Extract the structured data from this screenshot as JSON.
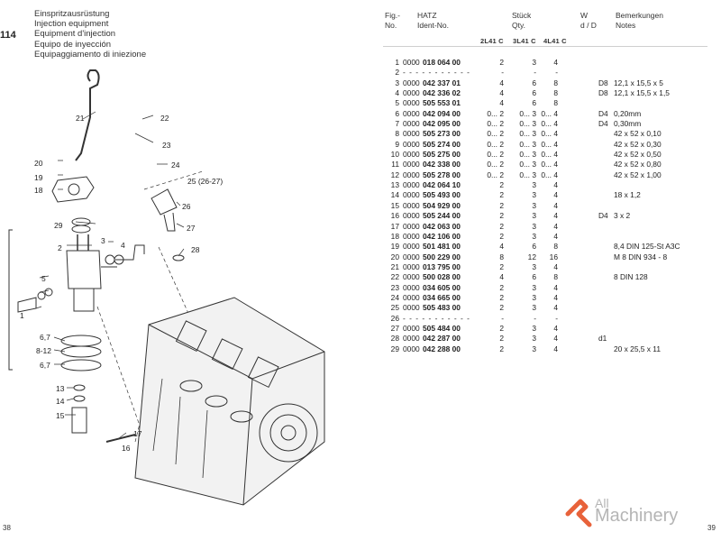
{
  "figure": {
    "id": "114",
    "title_lines": [
      "Einspritzausrüstung",
      "Injection equipment",
      "Equipment d'injection",
      "Equipo de inyección",
      "Equipaggiamento di iniezione"
    ]
  },
  "table_header": {
    "fig_no": [
      "Fig.-",
      "No."
    ],
    "ident": [
      "HATZ",
      "Ident-No."
    ],
    "qty": [
      "Stück",
      "Qty."
    ],
    "wd": [
      "W",
      "d / D"
    ],
    "notes": [
      "Bemerkungen",
      "Notes"
    ],
    "engines": [
      "2L41 C",
      "3L41 C",
      "4L41 C"
    ]
  },
  "parts": [
    {
      "fig": "1",
      "prefix": "0000",
      "ident": "018 064 00",
      "q": [
        "2",
        "3",
        "4"
      ],
      "wd": "",
      "note": ""
    },
    {
      "fig": "2",
      "dashes": "- - - - - - - - - - -",
      "q": [
        "-",
        "-",
        "-"
      ],
      "wd": "",
      "note": ""
    },
    {
      "fig": "3",
      "prefix": "0000",
      "ident": "042 337 01",
      "q": [
        "4",
        "6",
        "8"
      ],
      "wd": "D8",
      "note": "12,1 x 15,5 x 5"
    },
    {
      "fig": "4",
      "prefix": "0000",
      "ident": "042 336 02",
      "q": [
        "4",
        "6",
        "8"
      ],
      "wd": "D8",
      "note": "12,1 x 15,5 x 1,5"
    },
    {
      "fig": "5",
      "prefix": "0000",
      "ident": "505 553 01",
      "q": [
        "4",
        "6",
        "8"
      ],
      "wd": "",
      "note": ""
    },
    {
      "fig": "6",
      "prefix": "0000",
      "ident": "042 094 00",
      "q": [
        "0... 2",
        "0... 3",
        "0... 4"
      ],
      "wd": "D4",
      "note": "0,20mm"
    },
    {
      "fig": "7",
      "prefix": "0000",
      "ident": "042 095 00",
      "q": [
        "0... 2",
        "0... 3",
        "0... 4"
      ],
      "wd": "D4",
      "note": "0,30mm"
    },
    {
      "fig": "8",
      "prefix": "0000",
      "ident": "505 273 00",
      "q": [
        "0... 2",
        "0... 3",
        "0... 4"
      ],
      "wd": "",
      "note": "42 x 52 x 0,10"
    },
    {
      "fig": "9",
      "prefix": "0000",
      "ident": "505 274 00",
      "q": [
        "0... 2",
        "0... 3",
        "0... 4"
      ],
      "wd": "",
      "note": "42 x 52 x 0,30"
    },
    {
      "fig": "10",
      "prefix": "0000",
      "ident": "505 275 00",
      "q": [
        "0... 2",
        "0... 3",
        "0... 4"
      ],
      "wd": "",
      "note": "42 x 52 x 0,50"
    },
    {
      "fig": "11",
      "prefix": "0000",
      "ident": "042 338 00",
      "q": [
        "0... 2",
        "0... 3",
        "0... 4"
      ],
      "wd": "",
      "note": "42 x 52 x 0,80"
    },
    {
      "fig": "12",
      "prefix": "0000",
      "ident": "505 278 00",
      "q": [
        "0... 2",
        "0... 3",
        "0... 4"
      ],
      "wd": "",
      "note": "42 x 52 x 1,00"
    },
    {
      "fig": "13",
      "prefix": "0000",
      "ident": "042 064 10",
      "q": [
        "2",
        "3",
        "4"
      ],
      "wd": "",
      "note": ""
    },
    {
      "fig": "14",
      "prefix": "0000",
      "ident": "505 493 00",
      "q": [
        "2",
        "3",
        "4"
      ],
      "wd": "",
      "note": "18 x 1,2"
    },
    {
      "fig": "15",
      "prefix": "0000",
      "ident": "504 929 00",
      "q": [
        "2",
        "3",
        "4"
      ],
      "wd": "",
      "note": ""
    },
    {
      "fig": "16",
      "prefix": "0000",
      "ident": "505 244 00",
      "q": [
        "2",
        "3",
        "4"
      ],
      "wd": "D4",
      "note": "3 x 2"
    },
    {
      "fig": "17",
      "prefix": "0000",
      "ident": "042 063 00",
      "q": [
        "2",
        "3",
        "4"
      ],
      "wd": "",
      "note": ""
    },
    {
      "fig": "18",
      "prefix": "0000",
      "ident": "042 106 00",
      "q": [
        "2",
        "3",
        "4"
      ],
      "wd": "",
      "note": ""
    },
    {
      "fig": "19",
      "prefix": "0000",
      "ident": "501 481 00",
      "q": [
        "4",
        "6",
        "8"
      ],
      "wd": "",
      "note": "8,4 DIN 125-St A3C"
    },
    {
      "fig": "20",
      "prefix": "0000",
      "ident": "500 229 00",
      "q": [
        "8",
        "12",
        "16"
      ],
      "wd": "",
      "note": "M 8 DIN 934 - 8"
    },
    {
      "fig": "21",
      "prefix": "0000",
      "ident": "013 795 00",
      "q": [
        "2",
        "3",
        "4"
      ],
      "wd": "",
      "note": ""
    },
    {
      "fig": "22",
      "prefix": "0000",
      "ident": "500 028 00",
      "q": [
        "4",
        "6",
        "8"
      ],
      "wd": "",
      "note": "8 DIN 128"
    },
    {
      "fig": "23",
      "prefix": "0000",
      "ident": "034 605 00",
      "q": [
        "2",
        "3",
        "4"
      ],
      "wd": "",
      "note": ""
    },
    {
      "fig": "24",
      "prefix": "0000",
      "ident": "034 665 00",
      "q": [
        "2",
        "3",
        "4"
      ],
      "wd": "",
      "note": ""
    },
    {
      "fig": "25",
      "prefix": "0000",
      "ident": "505 483 00",
      "q": [
        "2",
        "3",
        "4"
      ],
      "wd": "",
      "note": ""
    },
    {
      "fig": "26",
      "dashes": "- - - - - - - - - - -",
      "q": [
        "-",
        "-",
        "-"
      ],
      "wd": "",
      "note": ""
    },
    {
      "fig": "27",
      "prefix": "0000",
      "ident": "505 484 00",
      "q": [
        "2",
        "3",
        "4"
      ],
      "wd": "",
      "note": ""
    },
    {
      "fig": "28",
      "prefix": "0000",
      "ident": "042 287 00",
      "q": [
        "2",
        "3",
        "4"
      ],
      "wd": "d1",
      "note": ""
    },
    {
      "fig": "29",
      "prefix": "0000",
      "ident": "042 288 00",
      "q": [
        "2",
        "3",
        "4"
      ],
      "wd": "",
      "note": "20 x 25,5 x 11"
    }
  ],
  "callouts": [
    "1",
    "2",
    "3",
    "4",
    "5",
    "6,7",
    "8-12",
    "6,7",
    "13",
    "14",
    "15",
    "16",
    "17",
    "18",
    "19",
    "20",
    "21",
    "22",
    "23",
    "24",
    "25 (26-27)",
    "26",
    "27",
    "28",
    "29"
  ],
  "page_numbers": {
    "left": "38",
    "right": "39"
  },
  "watermark": {
    "line1": "All",
    "line2": "Machinery",
    "color": "#b5b5b5",
    "accent": "#e8623a"
  }
}
